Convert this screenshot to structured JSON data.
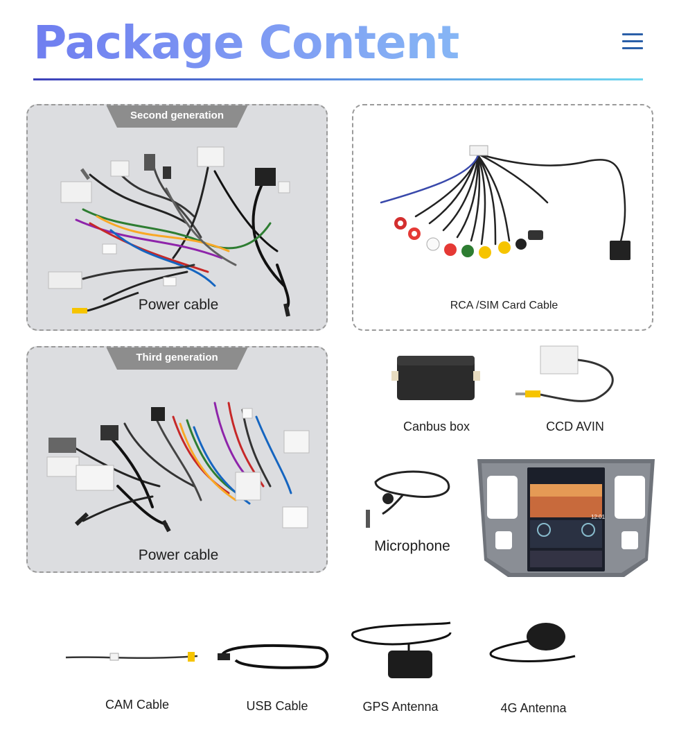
{
  "header": {
    "title": "Package Content",
    "menu_icon": "hamburger-menu-icon"
  },
  "items": {
    "power_cable_gen2": {
      "tab": "Second generation",
      "label": "Power cable"
    },
    "rca_sim_cable": {
      "label": "RCA /SIM Card Cable"
    },
    "power_cable_gen3": {
      "tab": "Third generation",
      "label": "Power cable"
    },
    "canbus_box": {
      "label": "Canbus box"
    },
    "ccd_avin": {
      "label": "CCD AVIN"
    },
    "microphone": {
      "label": "Microphone"
    },
    "head_unit": {
      "screen_time": "12:01"
    },
    "cam_cable": {
      "label": "CAM Cable"
    },
    "usb_cable": {
      "label": "USB Cable"
    },
    "gps_antenna": {
      "label": "GPS Antenna"
    },
    "antenna_4g": {
      "label": "4G Antenna"
    }
  },
  "colors": {
    "title_gradient_start": "#6f7ef0",
    "title_gradient_end": "#86b6f5",
    "rule_start": "#3c3fb8",
    "rule_end": "#6ed6ef",
    "menu": "#2a5fa8",
    "panel_bg": "#dcdde0",
    "tab_bg": "#8d8d8d"
  }
}
